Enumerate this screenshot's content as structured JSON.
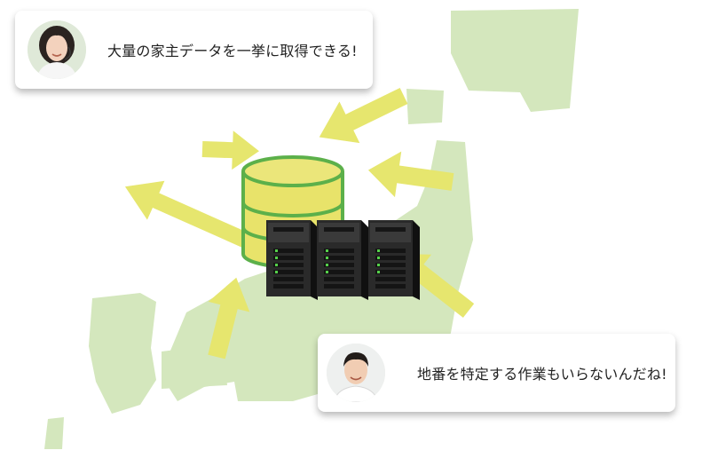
{
  "speech": {
    "woman_message": "大量の家主データを一挙に取得できる!",
    "man_message": "地番を特定する作業もいらないんだね!"
  },
  "icons": [
    "database-icon",
    "server-icon",
    "arrow-icon",
    "japan-map"
  ],
  "colors": {
    "map": "#d4e7bd",
    "arrow": "#e6e66e",
    "database_fill": "#e8e36a",
    "database_outline": "#5cb04a",
    "server": "#1e1e1e"
  }
}
